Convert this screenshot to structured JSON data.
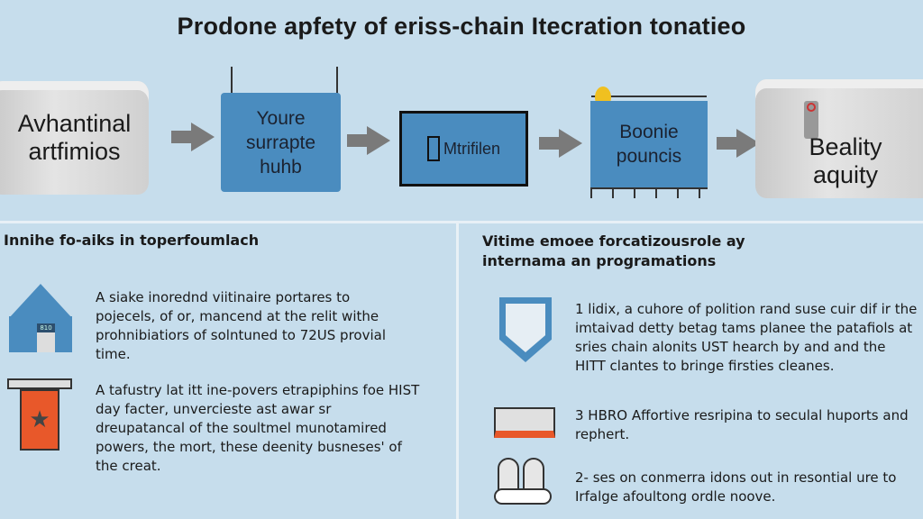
{
  "title": "Prodone apfety of eriss-chain Itecration tonatieo",
  "flow": [
    {
      "label": "Avhantinal artfimios"
    },
    {
      "label": "Youre surrapte huhb"
    },
    {
      "label": "Mtrifilen"
    },
    {
      "label": "Boonie pouncis"
    },
    {
      "label": "Beality aquity"
    }
  ],
  "left_panel": {
    "heading": "Innihe fo-aiks in toperfoumlach",
    "items": [
      {
        "icon": "house-icon",
        "text": "A siake inorednd viitinaire portares to pojecels, of or, mancend at the relit withe prohnibiatiors of solntuned to 72US provial time.",
        "badge": "810"
      },
      {
        "icon": "trophy-icon",
        "text": "A tafustry lat itt ine-povers etrapiphins foe HIST day facter, unvercieste ast awar sr dreupatancal of the soultmel munotamired powers, the mort, these deenity busneses' of the creat."
      }
    ]
  },
  "right_panel": {
    "heading": "Vitime emoee forcatizousrole ay internama an programations",
    "items": [
      {
        "icon": "shield-icon",
        "text": "1 lidix, a cuhore of polition rand suse cuir dif ir the imtaivad detty betag tams planee the patafiols at sries chain alonits UST hearch by and and the HITT clantes to bringe firsties cleanes."
      },
      {
        "icon": "card-icon",
        "text": "3 HBRO Affortive resripina to seculal huports and rephert."
      },
      {
        "icon": "binoculars-icon",
        "text": "2- ses on conmerra idons out in resontial ure to Irfalge afoultong ordle noove."
      }
    ]
  },
  "colors": {
    "background": "#c6ddec",
    "box": "#4a8cbf",
    "arrow": "#7a7a7a",
    "accent": "#e8582a"
  }
}
